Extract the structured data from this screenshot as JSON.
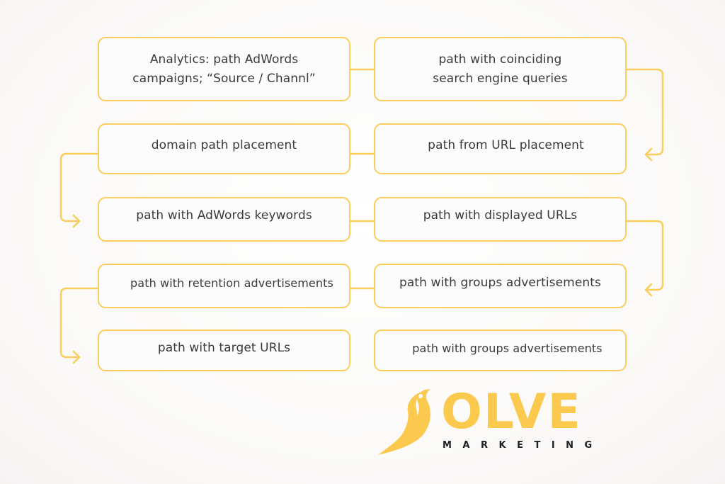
{
  "diagram": {
    "type": "flowchart",
    "accent_color": "#fbcd5c",
    "text_color": "#3a3a3a",
    "nodes": [
      {
        "id": "n1",
        "label": "Analytics: path AdWords campaigns; “Source / Channl”",
        "lines": [
          "Analytics: path AdWords",
          "campaigns; “Source / Channl”"
        ]
      },
      {
        "id": "n2",
        "label": "path with coinciding search engine queries",
        "lines": [
          "path with coinciding",
          "search engine queries"
        ]
      },
      {
        "id": "n3",
        "label": "path from URL placement"
      },
      {
        "id": "n4",
        "label": "domain path placement"
      },
      {
        "id": "n5",
        "label": "path with AdWords keywords"
      },
      {
        "id": "n6",
        "label": "path with displayed URLs"
      },
      {
        "id": "n7",
        "label": "path with groups advertisements"
      },
      {
        "id": "n8",
        "label": "path with retention advertisements"
      },
      {
        "id": "n9",
        "label": "path with target URLs"
      },
      {
        "id": "n10",
        "label": "path with groups advertisements"
      }
    ],
    "edges": [
      {
        "from": "n1",
        "to": "n2",
        "style": "line"
      },
      {
        "from": "n2",
        "to": "n3",
        "style": "arrow"
      },
      {
        "from": "n3",
        "to": "n4",
        "style": "line"
      },
      {
        "from": "n4",
        "to": "n5",
        "style": "arrow"
      },
      {
        "from": "n5",
        "to": "n6",
        "style": "line"
      },
      {
        "from": "n6",
        "to": "n7",
        "style": "arrow"
      },
      {
        "from": "n7",
        "to": "n8",
        "style": "line"
      },
      {
        "from": "n8",
        "to": "n9",
        "style": "arrow"
      }
    ]
  },
  "logo": {
    "wordmark": "OLVE",
    "subtitle": "MARKETING",
    "icon": "bird-icon",
    "color": "#fcc94f"
  }
}
